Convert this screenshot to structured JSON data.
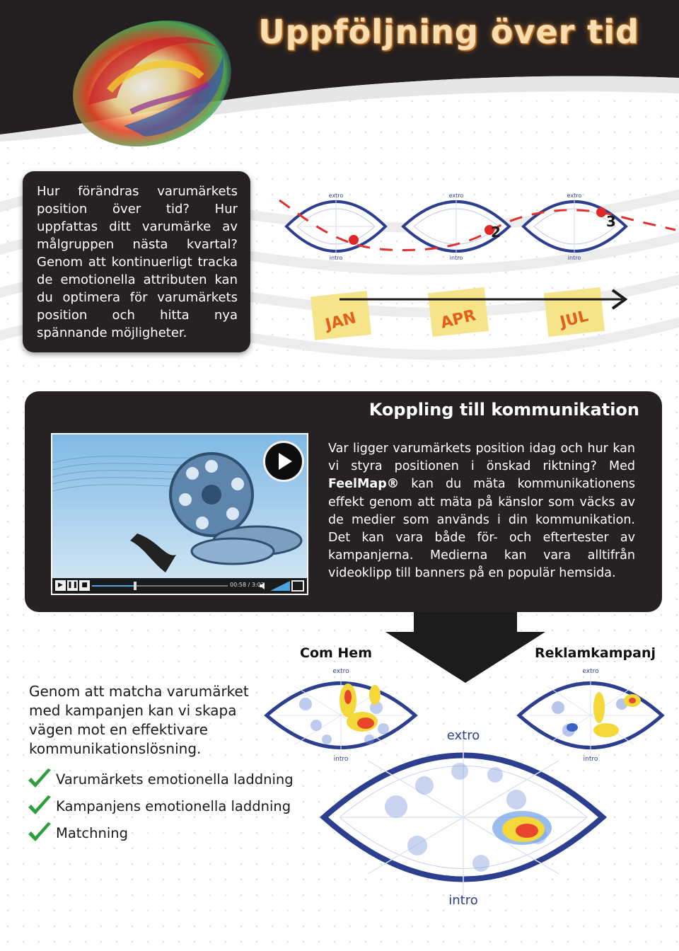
{
  "header": {
    "title": "Uppföljning över tid"
  },
  "intro": {
    "text": "Hur förändras varumärkets position över tid? Hur uppfattas ditt varumärke av målgruppen nästa kvartal? Genom att kontinuerligt tracka de emotionella attributen kan du optimera för varumärkets position och hitta nya spännande möjligheter."
  },
  "timeline": {
    "months": [
      "JAN",
      "APR",
      "JUL"
    ],
    "markers": [
      "2",
      "3"
    ],
    "map_labels": {
      "top": "extro",
      "bottom": "intro"
    }
  },
  "communication": {
    "title": "Koppling till kommunikation",
    "text_before": "Var ligger varumärkets position idag och hur kan vi styra positionen i önskad riktning? Med ",
    "brand": "FeelMap®",
    "text_after": " kan du mäta kommunikationens effekt genom att mäta på känslor som väcks av de medier som används i din kommunikation. Det kan vara både för- och eftertester av kampanjerna. Medierna kan vara alltifrån videoklipp till banners på en populär hemsida.",
    "video": {
      "time": "00:58 / 3:02",
      "progress": 0.32
    }
  },
  "comparison": {
    "left_label": "Com Hem",
    "right_label": "Reklamkampanj",
    "map_labels": {
      "top": "extro",
      "bottom": "intro"
    }
  },
  "summary": {
    "text": "Genom att matcha varumärket med kampanjen kan vi skapa vägen mot en effektivare kommunikationslösning.",
    "checklist": [
      {
        "label": "Varumärkets emotionella laddning",
        "icon": "check-icon"
      },
      {
        "label": "Kampanjens emotionella laddning",
        "icon": "check-icon"
      },
      {
        "label": "Matchning",
        "icon": "check-icon"
      }
    ]
  },
  "colors": {
    "dark_panel": "#262224",
    "title_orange": "#f7ddb0",
    "map_blue": "#2c3f8f",
    "month_orange": "#e0601c",
    "check_green": "#2e9f3d"
  }
}
